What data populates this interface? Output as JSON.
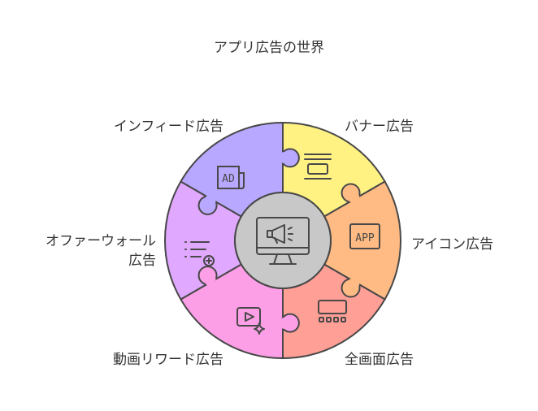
{
  "title": "アプリ広告の世界",
  "labels": {
    "infeed": "インフィード広告",
    "banner": "バナー広告",
    "offerwall_1": "オファーウォール",
    "offerwall_2": "広告",
    "icon": "アイコン広告",
    "video": "動画リワード広告",
    "fullscreen": "全画面広告"
  },
  "icon_text": {
    "ad": "AD",
    "app": "APP"
  },
  "segments": [
    {
      "name": "banner",
      "color": "#fff283",
      "icon": "banner-layout-icon"
    },
    {
      "name": "icon",
      "color": "#ffbb83",
      "icon": "app-icon-icon"
    },
    {
      "name": "fullscreen",
      "color": "#ff9f96",
      "icon": "fullscreen-ad-icon"
    },
    {
      "name": "video",
      "color": "#fc9fe6",
      "icon": "video-play-icon"
    },
    {
      "name": "offerwall",
      "color": "#e0a8ff",
      "icon": "list-add-icon"
    },
    {
      "name": "infeed",
      "color": "#b9a8ff",
      "icon": "ad-newspaper-icon"
    }
  ],
  "center": {
    "color": "#c8c8c8",
    "icon": "monitor-megaphone-icon"
  },
  "outline_color": "#484848"
}
